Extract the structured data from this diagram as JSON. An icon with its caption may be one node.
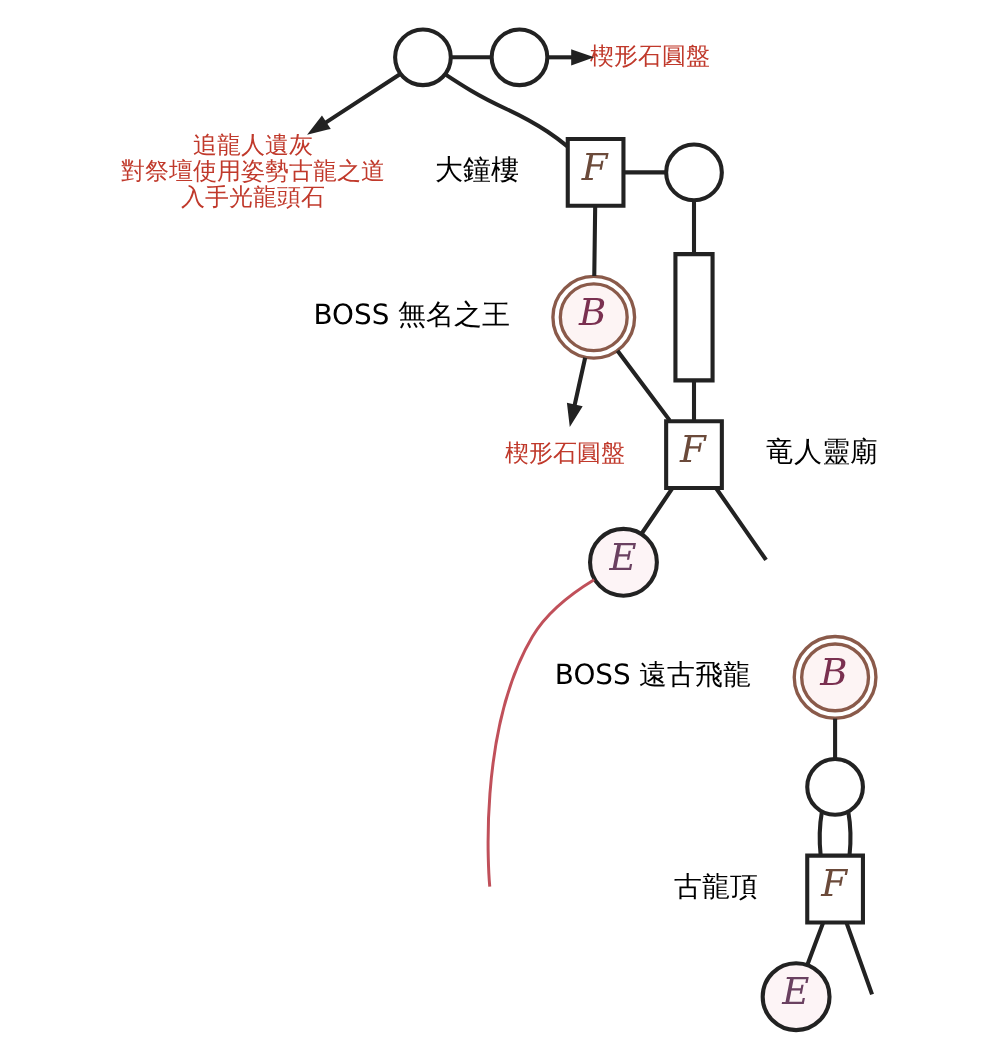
{
  "diagram": {
    "nodes": [
      {
        "text": [],
        "shape": "circle"
      },
      {
        "text": [
          "追龍人遺灰",
          "對祭壇使用姿勢古龍之道",
          "入手光龍頭石"
        ]
      },
      {
        "text": [],
        "shape": "circle"
      },
      {
        "text": [
          "楔形石圓盤"
        ]
      },
      {
        "text": [
          "F"
        ],
        "beside": [
          "大鐘樓"
        ]
      },
      {
        "text": [],
        "shape": "circle"
      },
      {
        "text": [],
        "shape": "box"
      },
      {
        "text": [
          "B"
        ],
        "beside": [
          "BOSS 無名之王"
        ]
      },
      {
        "text": [
          "楔形石圓盤"
        ]
      },
      {
        "text": [
          "F"
        ],
        "beside": [
          "竜人靈廟"
        ]
      },
      {
        "text": [
          "E"
        ]
      },
      {
        "text": [
          "B"
        ],
        "beside": [
          "BOSS 遠古飛龍"
        ]
      },
      {
        "text": [],
        "shape": "circle"
      },
      {
        "text": [
          "F"
        ],
        "beside": [
          "古龍頂"
        ]
      },
      {
        "text": [
          "E"
        ]
      }
    ],
    "edges": [
      {
        "from": 0,
        "to": 1,
        "arrow": "to"
      },
      {
        "from": 0,
        "to": 4,
        "arrow": "none"
      },
      {
        "from": 0,
        "to": 2,
        "arrow": "none"
      },
      {
        "from": 2,
        "to": 3,
        "arrow": "to"
      },
      {
        "from": 4,
        "to": 5,
        "arrow": "none"
      },
      {
        "from": 4,
        "to": 7,
        "arrow": "none"
      },
      {
        "from": 5,
        "to": 6,
        "arrow": "none"
      },
      {
        "from": 6,
        "to": 9,
        "arrow": "none"
      },
      {
        "from": 7,
        "to": 8,
        "arrow": "to"
      },
      {
        "from": 7,
        "to": 9,
        "arrow": "none"
      },
      {
        "from": 9,
        "to": 10,
        "arrow": "none"
      },
      {
        "from": 9,
        "to": null,
        "arrow": "none"
      },
      {
        "from": 11,
        "to": 12,
        "arrow": "none"
      },
      {
        "from": 12,
        "to": 13,
        "arrow": "none"
      },
      {
        "from": 12,
        "to": 13,
        "arrow": "none"
      },
      {
        "from": 13,
        "to": 14,
        "arrow": "none"
      },
      {
        "from": 13,
        "to": null,
        "arrow": "none"
      },
      {
        "from": 10,
        "to": null,
        "arrow": "none",
        "color": "#c0505a"
      }
    ]
  }
}
